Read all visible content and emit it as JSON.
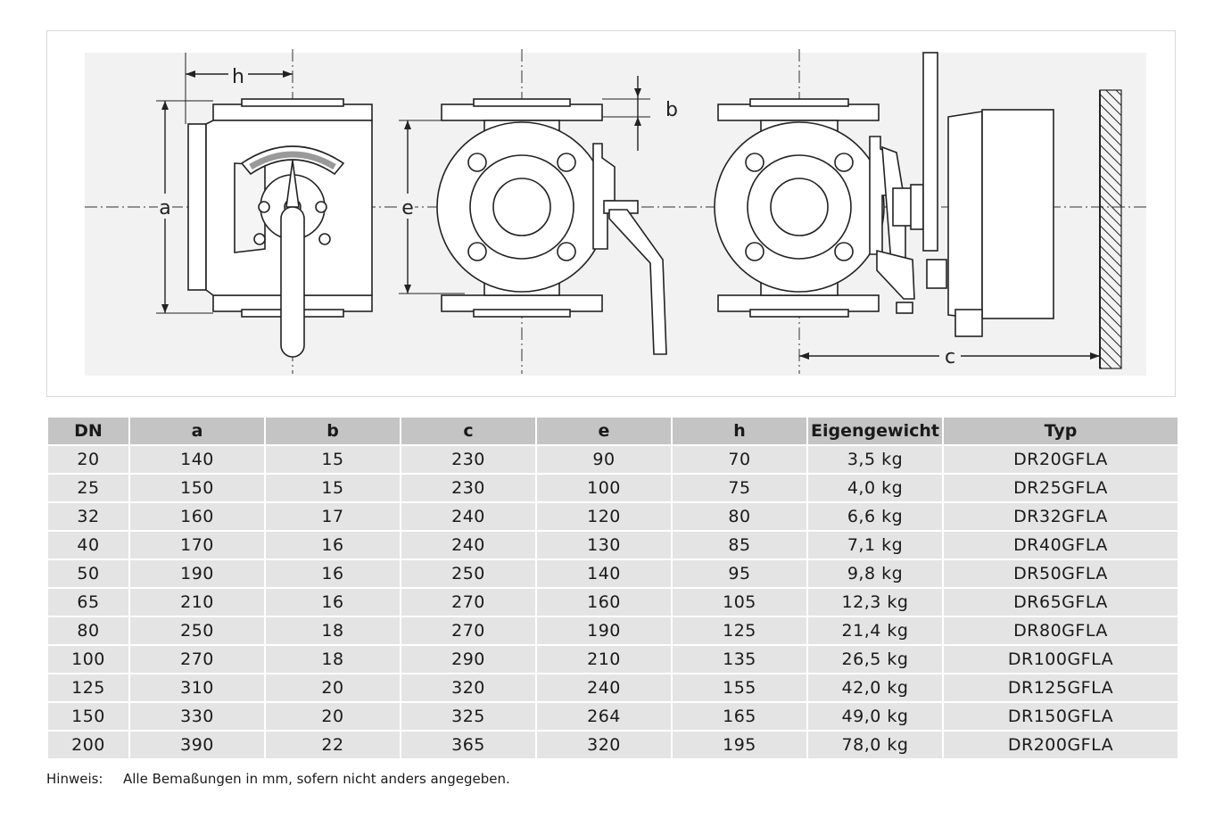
{
  "drawing": {
    "dimension_labels": {
      "h": "h",
      "a": "a",
      "e": "e",
      "b": "b",
      "c": "c"
    }
  },
  "table": {
    "headers": [
      "DN",
      "a",
      "b",
      "c",
      "e",
      "h",
      "Eigengewicht",
      "Typ"
    ],
    "rows": [
      [
        "20",
        "140",
        "15",
        "230",
        "90",
        "70",
        "3,5 kg",
        "DR20GFLA"
      ],
      [
        "25",
        "150",
        "15",
        "230",
        "100",
        "75",
        "4,0 kg",
        "DR25GFLA"
      ],
      [
        "32",
        "160",
        "17",
        "240",
        "120",
        "80",
        "6,6 kg",
        "DR32GFLA"
      ],
      [
        "40",
        "170",
        "16",
        "240",
        "130",
        "85",
        "7,1 kg",
        "DR40GFLA"
      ],
      [
        "50",
        "190",
        "16",
        "250",
        "140",
        "95",
        "9,8 kg",
        "DR50GFLA"
      ],
      [
        "65",
        "210",
        "16",
        "270",
        "160",
        "105",
        "12,3 kg",
        "DR65GFLA"
      ],
      [
        "80",
        "250",
        "18",
        "270",
        "190",
        "125",
        "21,4 kg",
        "DR80GFLA"
      ],
      [
        "100",
        "270",
        "18",
        "290",
        "210",
        "135",
        "26,5 kg",
        "DR100GFLA"
      ],
      [
        "125",
        "310",
        "20",
        "320",
        "240",
        "155",
        "42,0 kg",
        "DR125GFLA"
      ],
      [
        "150",
        "330",
        "20",
        "325",
        "264",
        "165",
        "49,0 kg",
        "DR150GFLA"
      ],
      [
        "200",
        "390",
        "22",
        "365",
        "320",
        "195",
        "78,0 kg",
        "DR200GFLA"
      ]
    ]
  },
  "note": {
    "label": "Hinweis:",
    "text": "Alle Bemaßungen in mm, sofern nicht anders angegeben."
  }
}
